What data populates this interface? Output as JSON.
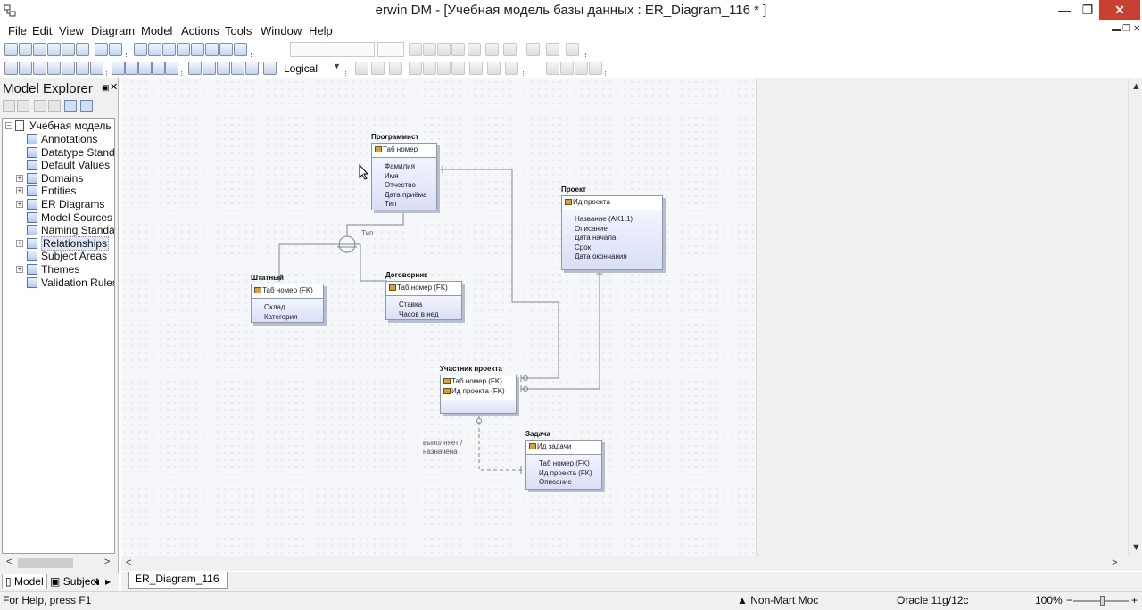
{
  "window": {
    "app_name": "erwin DM",
    "title": "erwin DM - [Учебная модель базы данных : ER_Diagram_116 * ]",
    "min_glyph": "—",
    "max_glyph": "❐",
    "close_glyph": "✕"
  },
  "menu": {
    "items": [
      "File",
      "Edit",
      "View",
      "Diagram",
      "Model",
      "Actions",
      "Tools",
      "Window",
      "Help"
    ],
    "mdi_min": "▬",
    "mdi_restore": "❐",
    "mdi_close": "✕"
  },
  "toolbar": {
    "view_mode": "Logical",
    "combo_arrow": "▼"
  },
  "explorer": {
    "title": "Model Explorer",
    "pin": "▣",
    "close": "✕",
    "root": "Учебная модель ба",
    "items": [
      {
        "label": "Annotations",
        "expandable": false,
        "icon": "annotations-icon"
      },
      {
        "label": "Datatype Standar",
        "expandable": false,
        "icon": "datatype-icon"
      },
      {
        "label": "Default Values",
        "expandable": false,
        "icon": "default-values-icon"
      },
      {
        "label": "Domains",
        "expandable": true,
        "icon": "domains-icon"
      },
      {
        "label": "Entities",
        "expandable": true,
        "icon": "entities-icon"
      },
      {
        "label": "ER Diagrams",
        "expandable": true,
        "icon": "er-diagrams-icon"
      },
      {
        "label": "Model Sources",
        "expandable": false,
        "icon": "model-sources-icon"
      },
      {
        "label": "Naming Standar",
        "expandable": false,
        "icon": "naming-icon"
      },
      {
        "label": "Relationships",
        "expandable": true,
        "icon": "relationships-icon",
        "selected": true
      },
      {
        "label": "Subject Areas",
        "expandable": false,
        "icon": "subject-areas-icon"
      },
      {
        "label": "Themes",
        "expandable": true,
        "icon": "themes-icon"
      },
      {
        "label": "Validation Rules",
        "expandable": false,
        "icon": "validation-icon"
      }
    ],
    "tabs": {
      "model": "Model",
      "subject": "Subject",
      "prev": "◂",
      "next": "▸"
    },
    "scroll_left": "<",
    "scroll_right": ">"
  },
  "diagram": {
    "tab_label": "ER_Diagram_116",
    "entities": {
      "programmer": {
        "name": "Программист",
        "keys": [
          "Таб номер"
        ],
        "attrs": [
          "Фамилия",
          "Имя",
          "Отчество",
          "Дата приёма",
          "Тип"
        ]
      },
      "project": {
        "name": "Проект",
        "keys": [
          "Ид проекта"
        ],
        "attrs": [
          "Название (AK1.1)",
          "Описание",
          "Дата начала",
          "Срок",
          "Дата окончания"
        ]
      },
      "staff": {
        "name": "Штатный",
        "keys": [
          "Таб номер (FK)"
        ],
        "attrs": [
          "Оклад",
          "Категория"
        ]
      },
      "contractor": {
        "name": "Договорник",
        "keys": [
          "Таб номер (FK)"
        ],
        "attrs": [
          "Ставка",
          "Часов в нед"
        ]
      },
      "participant": {
        "name": "Участник проекта",
        "keys": [
          "Таб номер (FK)",
          "Ид проекта (FK)"
        ],
        "attrs": []
      },
      "task": {
        "name": "Задача",
        "keys": [
          "Ид задачи"
        ],
        "attrs": [
          "Таб номер (FK)",
          "Ид проекта (FK)",
          "Описание"
        ]
      }
    },
    "subtype_label": "Тип",
    "relationship_label_1": "выполняет /",
    "relationship_label_2": "назначена"
  },
  "status": {
    "help": "For Help, press F1",
    "mart": "Non-Mart Moc",
    "database": "Oracle 11g/12c",
    "zoom": "100%",
    "zoom_minus": "−",
    "zoom_plus": "+"
  },
  "colors": {
    "close_button": "#c84031",
    "entity_border": "#8a98b3",
    "entity_fill": "#dadff5"
  }
}
